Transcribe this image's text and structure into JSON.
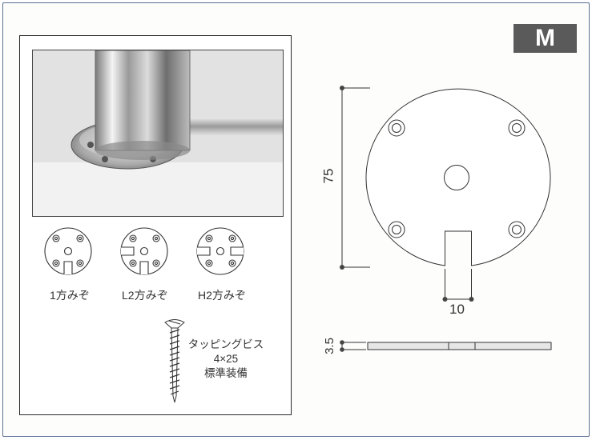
{
  "badge": "M",
  "variants": [
    "1方みぞ",
    "L2方みぞ",
    "H2方みぞ"
  ],
  "screw": {
    "name": "タッピングビス",
    "size": "4×25",
    "note": "標準装備"
  },
  "dimensions": {
    "diameter": "75",
    "slot_width": "10",
    "thickness": "3.5"
  }
}
